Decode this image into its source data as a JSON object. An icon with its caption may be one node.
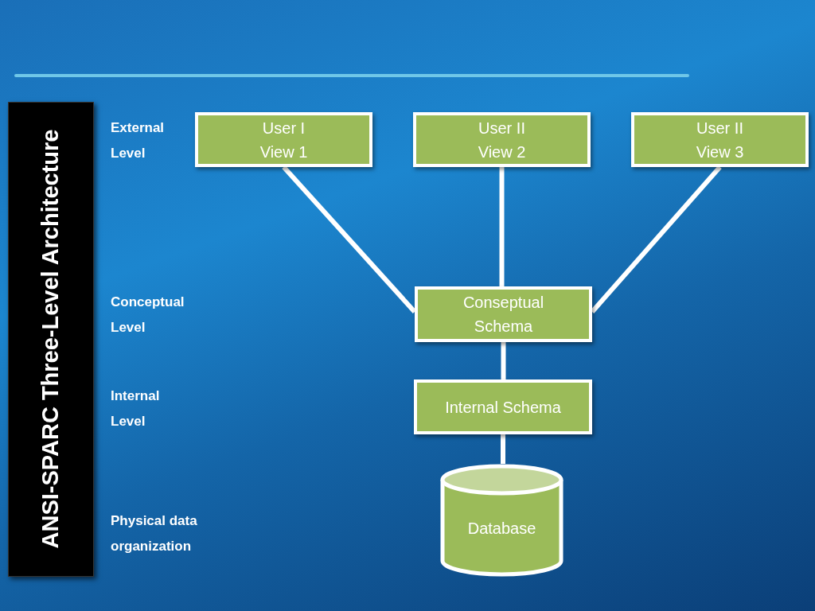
{
  "diagram": {
    "title": "ANSI-SPARC Three-Level Architecture",
    "nodes": [
      {
        "text": [
          "User I View 1"
        ]
      },
      {
        "text": [
          "User II View 2"
        ]
      },
      {
        "text": [
          "User II View 3"
        ]
      },
      {
        "text": [
          "Conseptual Schema"
        ]
      },
      {
        "text": [
          "Internal Schema"
        ]
      },
      {
        "text": [
          "Database"
        ]
      }
    ],
    "edges": [
      {
        "from": 0,
        "to": 3,
        "arrow": "none"
      },
      {
        "from": 1,
        "to": 3,
        "arrow": "none"
      },
      {
        "from": 2,
        "to": 3,
        "arrow": "none"
      },
      {
        "from": 3,
        "to": 4,
        "arrow": "none"
      },
      {
        "from": 4,
        "to": 5,
        "arrow": "none"
      }
    ],
    "labels": [
      "External Level",
      "Conceptual Level",
      "Internal Level",
      "Physical data organization"
    ]
  }
}
